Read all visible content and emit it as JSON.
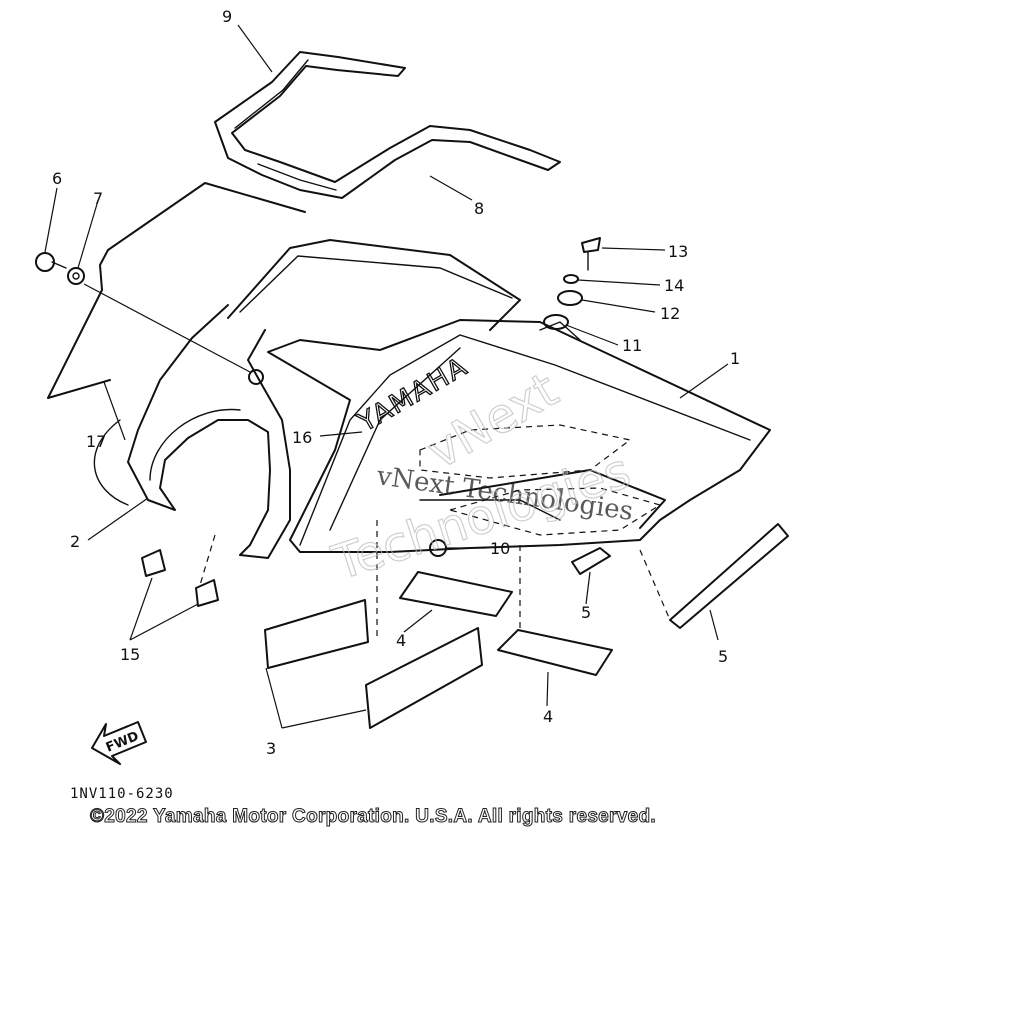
{
  "diagram": {
    "callouts": {
      "p1": "1",
      "p2": "2",
      "p3": "3",
      "p4a": "4",
      "p4b": "4",
      "p5a": "5",
      "p5b": "5",
      "p6": "6",
      "p7": "7",
      "p8": "8",
      "p9": "9",
      "p10": "10",
      "p11": "11",
      "p12": "12",
      "p13": "13",
      "p14": "14",
      "p15": "15",
      "p16": "16",
      "p17": "17"
    },
    "brand_mark": "YAMAHA",
    "fwd_label": "FWD",
    "catalog_code": "1NV110-6230",
    "copyright": "©2022 Yamaha Motor Corporation. U.S.A. All rights reserved."
  },
  "watermark": {
    "line1": "vNext Technologies",
    "line2": "vNext",
    "line3": "Technologies"
  }
}
